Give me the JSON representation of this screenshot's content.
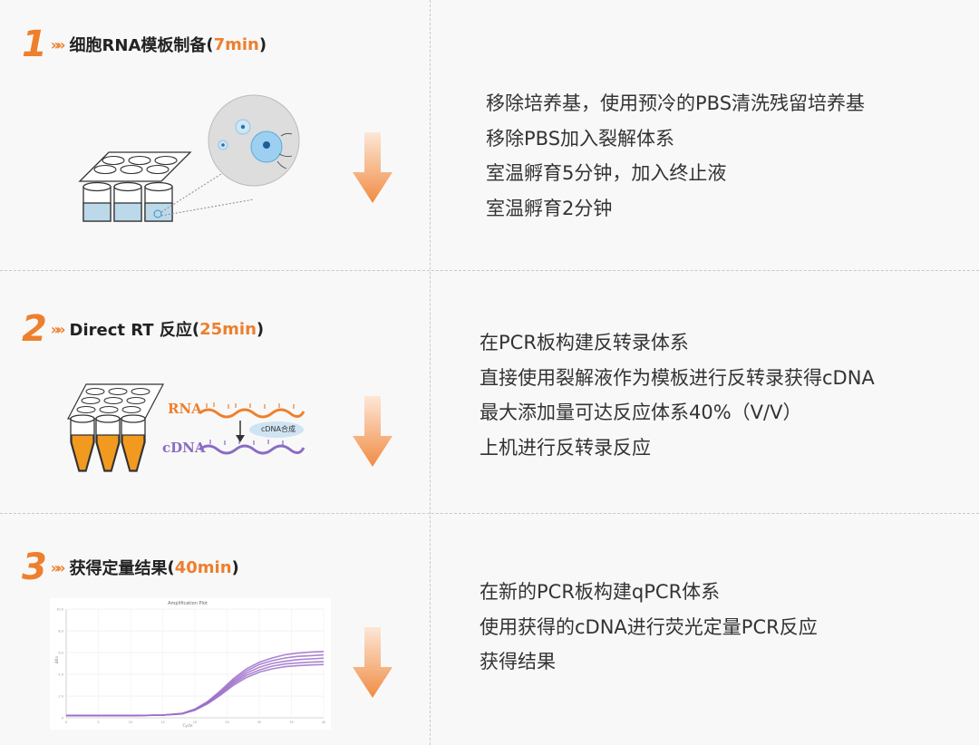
{
  "steps": [
    {
      "number": "1",
      "chevrons": "»»",
      "title": "细胞RNA模板制备",
      "time": "7min",
      "lines": [
        "移除培养基，使用预冷的PBS清洗残留培养基",
        "移除PBS加入裂解体系",
        "室温孵育5分钟，加入终止液",
        "室温孵育2分钟"
      ]
    },
    {
      "number": "2",
      "chevrons": "»»",
      "title": "Direct RT 反应",
      "time": "25min",
      "lines": [
        "在PCR板构建反转录体系",
        "直接使用裂解液作为模板进行反转录获得cDNA",
        "最大添加量可达反应体系40%（V/V）",
        "上机进行反转录反应"
      ],
      "labels": {
        "rna": "RNA",
        "cdna": "cDNA",
        "synthesis": "cDNA合成"
      }
    },
    {
      "number": "3",
      "chevrons": "»»",
      "title": "获得定量结果",
      "time": "40min",
      "lines": [
        "在新的PCR板构建qPCR体系",
        "使用获得的cDNA进行荧光定量PCR反应",
        "获得结果"
      ]
    }
  ],
  "chart_data": {
    "type": "line",
    "title": "Amplification Plot",
    "xlabel": "Cycle",
    "ylabel": "ΔRn",
    "x_ticks": [
      "0",
      "5",
      "10",
      "15",
      "20",
      "25",
      "30",
      "35",
      "40"
    ],
    "y_ticks": [
      "0",
      "2.0",
      "4.0",
      "6.0",
      "8.0",
      "10.0"
    ],
    "xlim": [
      0,
      40
    ],
    "ylim": [
      0,
      10
    ],
    "series_color": "#9b6fc9",
    "series": [
      {
        "x": [
          0,
          10,
          15,
          18,
          20,
          22,
          24,
          26,
          28,
          30,
          32,
          34,
          36,
          38,
          40
        ],
        "values": [
          0.2,
          0.2,
          0.25,
          0.4,
          0.8,
          1.5,
          2.5,
          3.6,
          4.5,
          5.1,
          5.5,
          5.8,
          5.95,
          6.05,
          6.1
        ]
      },
      {
        "x": [
          0,
          10,
          15,
          18,
          20,
          22,
          24,
          26,
          28,
          30,
          32,
          34,
          36,
          38,
          40
        ],
        "values": [
          0.2,
          0.2,
          0.25,
          0.4,
          0.78,
          1.45,
          2.4,
          3.45,
          4.3,
          4.9,
          5.25,
          5.5,
          5.65,
          5.72,
          5.78
        ]
      },
      {
        "x": [
          0,
          10,
          15,
          18,
          20,
          22,
          24,
          26,
          28,
          30,
          32,
          34,
          36,
          38,
          40
        ],
        "values": [
          0.2,
          0.2,
          0.25,
          0.38,
          0.75,
          1.4,
          2.3,
          3.3,
          4.1,
          4.65,
          5.0,
          5.2,
          5.35,
          5.42,
          5.48
        ]
      },
      {
        "x": [
          0,
          10,
          15,
          18,
          20,
          22,
          24,
          26,
          28,
          30,
          32,
          34,
          36,
          38,
          40
        ],
        "values": [
          0.2,
          0.2,
          0.25,
          0.37,
          0.72,
          1.35,
          2.2,
          3.15,
          3.9,
          4.4,
          4.75,
          4.95,
          5.05,
          5.12,
          5.16
        ]
      },
      {
        "x": [
          0,
          10,
          15,
          18,
          20,
          22,
          24,
          26,
          28,
          30,
          32,
          34,
          36,
          38,
          40
        ],
        "values": [
          0.2,
          0.2,
          0.24,
          0.36,
          0.7,
          1.3,
          2.1,
          3.0,
          3.7,
          4.2,
          4.5,
          4.7,
          4.8,
          4.86,
          4.9
        ]
      }
    ]
  }
}
